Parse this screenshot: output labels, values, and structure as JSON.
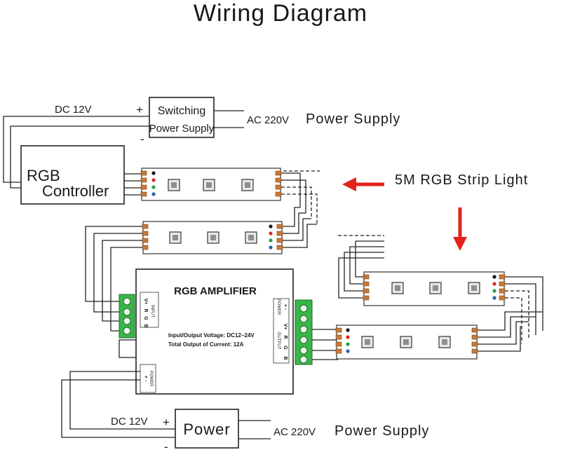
{
  "title": "Wiring Diagram",
  "top_supply": {
    "dc_label": "DC 12V",
    "plus": "+",
    "minus": "-",
    "box_line1": "Switching",
    "box_line2": "Power Supply",
    "ac_label": "AC 220V",
    "supply_label": "Power Supply"
  },
  "controller": {
    "line1": "RGB",
    "line2": "Controller"
  },
  "strip_label": "5M RGB Strip Light",
  "amplifier": {
    "title": "RGB AMPLIFIER",
    "spec1": "Input/Output Voltage:  DC12~24V",
    "spec2": "Total Output of Current:  12A",
    "input_header": "INPUT",
    "input_pins": [
      "V+",
      "R",
      "G",
      "B"
    ],
    "output_header": "OUTPUT",
    "output_pins": [
      "V+",
      "R",
      "G",
      "B"
    ],
    "power_header": "POWER",
    "power_pins": "+  -",
    "power_top": "POWER",
    "power_top_pins": "+  -"
  },
  "bottom_supply": {
    "dc_label": "DC 12V",
    "plus": "+",
    "minus": "-",
    "box_label": "Power",
    "ac_label": "AC 220V",
    "supply_label": "Power Supply"
  },
  "colors": {
    "arrow": "#e2231a",
    "terminal_green": "#39b54a",
    "copper_pad": "#c8793a",
    "dot_black": "#111111",
    "dot_red": "#d62d20",
    "dot_green": "#2aa14a",
    "dot_blue": "#2b5fb4"
  }
}
